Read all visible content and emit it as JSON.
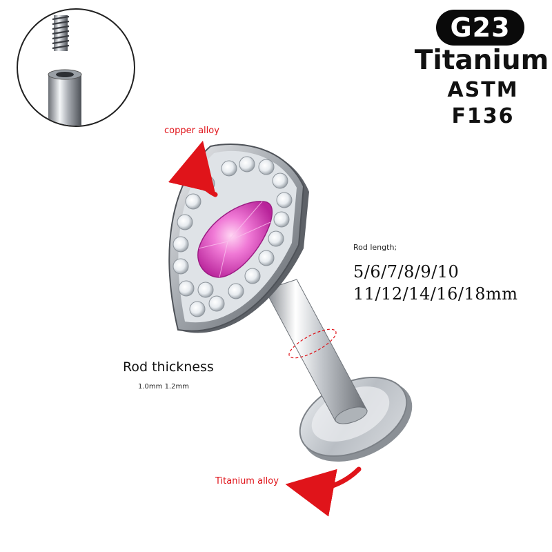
{
  "badge": {
    "grade": "G23"
  },
  "material": {
    "name": "Titanium",
    "standard": "ASTM  F136"
  },
  "callouts": {
    "top_part": "copper alloy",
    "bottom_part": "Titanium alloy"
  },
  "rod_length": {
    "label": "Rod length;",
    "line1": "5/6/7/8/9/10",
    "line2": "11/12/14/16/18mm"
  },
  "rod_thickness": {
    "label": "Rod thickness",
    "values": "1.0mm 1.2mm"
  },
  "colors": {
    "arrow": "#e0141a",
    "gem": "#e85ac8",
    "metal": "#c8ccd2",
    "badge_bg": "#0a0a0a"
  },
  "icons": [
    "thread-detail-inset",
    "curved-arrow-icon",
    "marquise-gem",
    "crystal-halo",
    "labret-post"
  ]
}
